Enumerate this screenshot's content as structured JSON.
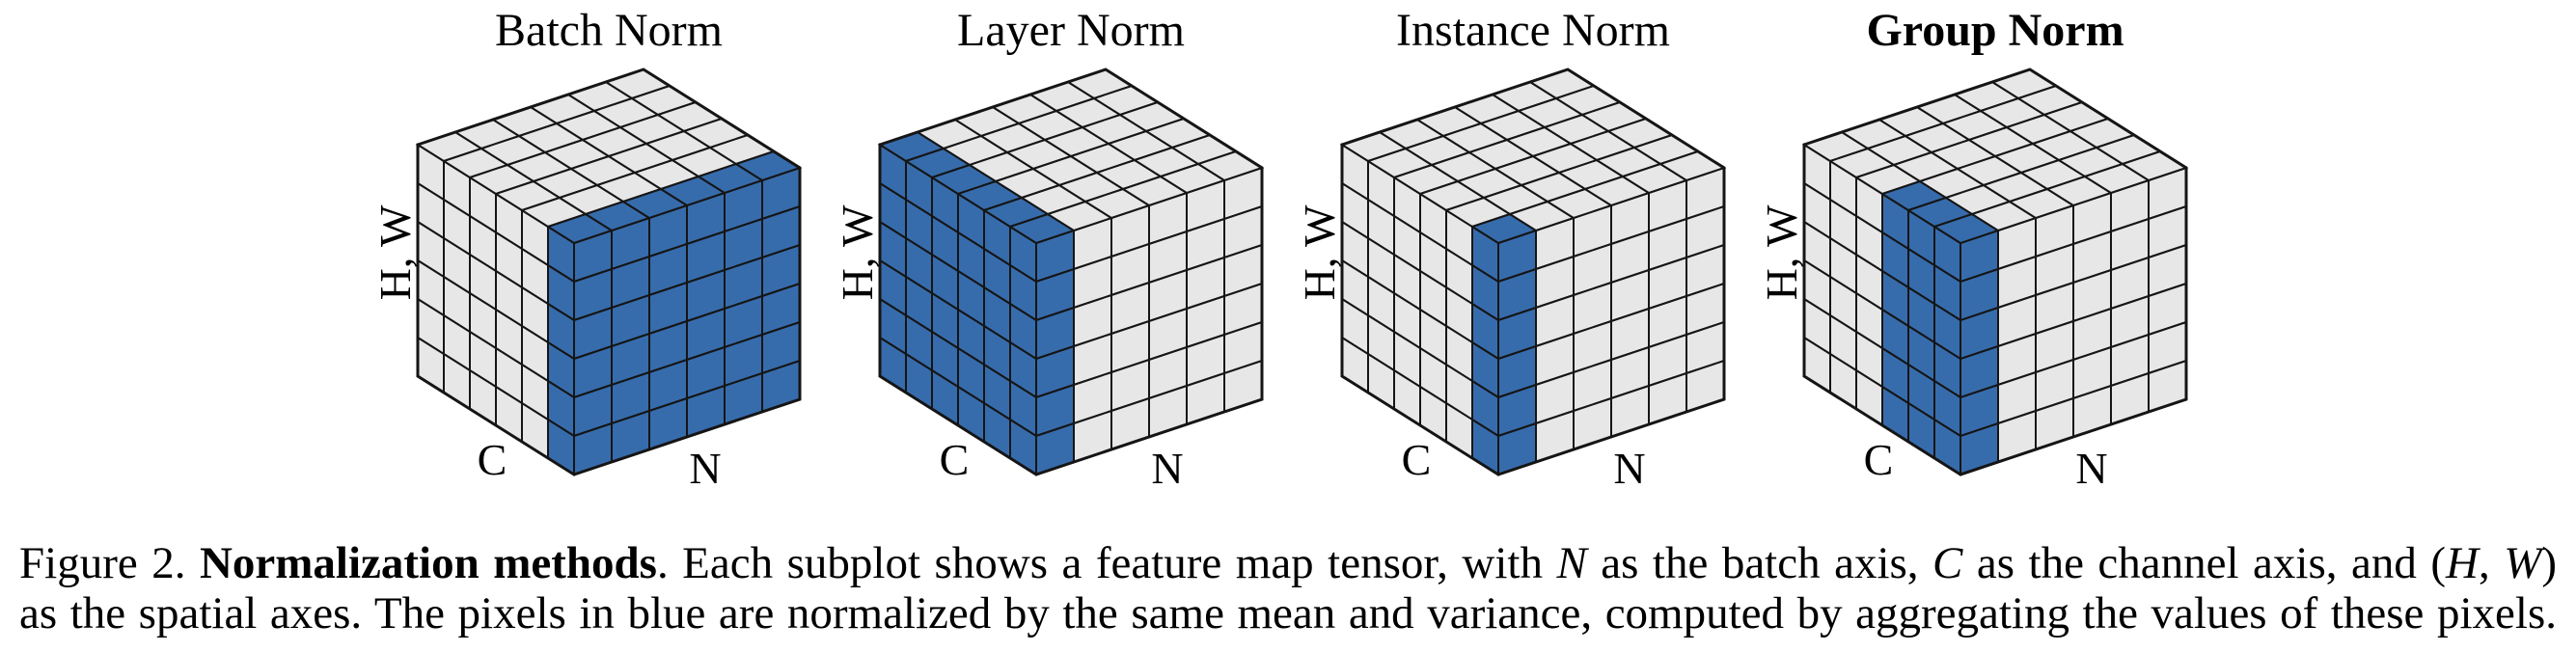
{
  "figure": {
    "background": "#ffffff",
    "colors": {
      "highlight_blue": "#376cac",
      "face_gray": "#e7e7e7",
      "stroke": "#151515"
    },
    "grid": {
      "channels": 6,
      "samples": 6,
      "spatial": 6
    },
    "axis_labels": {
      "vertical": "H, W",
      "bottom_left": "C",
      "bottom_right": "N"
    },
    "subplots": [
      {
        "title": "Batch Norm",
        "bold": false,
        "highlight": {
          "channels": [
            5
          ],
          "samples": [
            0,
            1,
            2,
            3,
            4,
            5
          ]
        }
      },
      {
        "title": "Layer Norm",
        "bold": false,
        "highlight": {
          "channels": [
            0,
            1,
            2,
            3,
            4,
            5
          ],
          "samples": [
            0
          ]
        }
      },
      {
        "title": "Instance Norm",
        "bold": false,
        "highlight": {
          "channels": [
            5
          ],
          "samples": [
            0
          ]
        }
      },
      {
        "title": "Group Norm",
        "bold": true,
        "highlight": {
          "channels": [
            3,
            4,
            5
          ],
          "samples": [
            0
          ]
        }
      }
    ],
    "caption": {
      "line1": [
        {
          "text": "Figure 2. "
        },
        {
          "text": "Normalization methods",
          "bold": true
        },
        {
          "text": ". Each subplot shows a feature map tensor, with "
        },
        {
          "text": "N",
          "italic": true
        },
        {
          "text": " as the batch axis, "
        },
        {
          "text": "C",
          "italic": true
        },
        {
          "text": " as the channel axis, and ("
        },
        {
          "text": "H",
          "italic": true
        },
        {
          "text": ", "
        },
        {
          "text": "W",
          "italic": true
        },
        {
          "text": ")"
        }
      ],
      "line2": [
        {
          "text": "as the spatial axes. The pixels in blue are normalized by the same mean and variance, computed by aggregating the values of these pixels."
        }
      ]
    }
  }
}
